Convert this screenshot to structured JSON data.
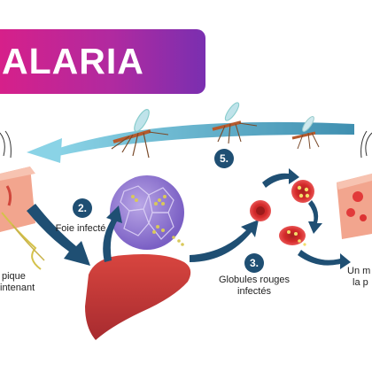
{
  "title": "ALARIA",
  "steps": [
    {
      "number": "2.",
      "label": "Foie infecté"
    },
    {
      "number": "3.",
      "label_lines": [
        "Globules rouges",
        "infectés"
      ]
    },
    {
      "number": "5."
    }
  ],
  "partial_labels": {
    "left": [
      "pique",
      "intenant"
    ],
    "right": [
      "Un m",
      "la p"
    ]
  },
  "colors": {
    "banner_start": "#d6208a",
    "banner_end": "#7a2fb0",
    "arrow_teal": "#5aa8c4",
    "arrow_navy": "#1f4f73",
    "step_badge": "#1f4f73",
    "liver": "#c9373a",
    "skin": "#f2a58e",
    "blood_cell": "#d42a2a"
  },
  "icons": [
    "mosquito-icon",
    "liver-icon",
    "red-blood-cell-icon",
    "skin-icon",
    "liver-cells-icon"
  ]
}
